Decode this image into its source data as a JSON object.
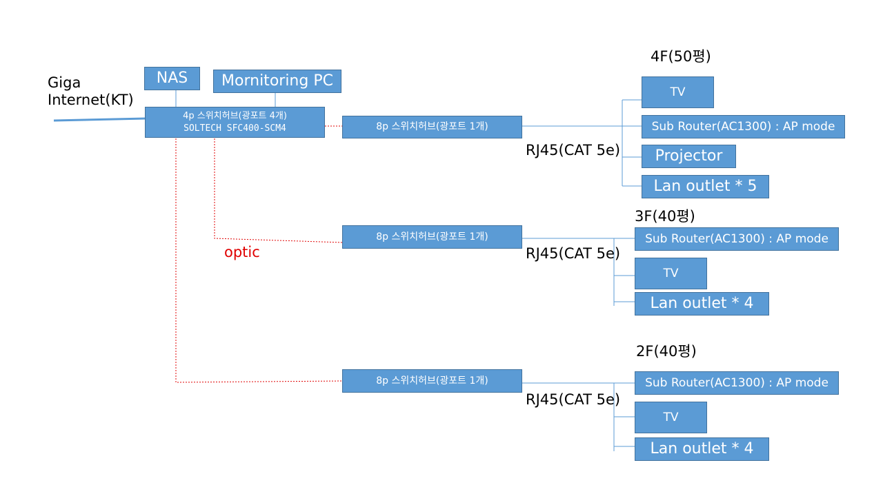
{
  "internet": {
    "line1": "Giga",
    "line2": "Internet(KT)"
  },
  "nas": "NAS",
  "monitoring_pc": "Mornitoring PC",
  "main_switch": {
    "line1": "4p 스위치허브(광포트 4개)",
    "line2": "SOLTECH SFC400-SCM4"
  },
  "optic_label": "optic",
  "floors": {
    "f4": {
      "label": "4F(50평)",
      "switch": "8p 스위치허브(광포트 1개)",
      "cable": "RJ45(CAT  5e)",
      "tv": "TV",
      "router": "Sub Router(AC1300) : AP mode",
      "projector": "Projector",
      "lan": "Lan outlet * 5"
    },
    "f3": {
      "label": "3F(40평)",
      "switch": "8p 스위치허브(광포트 1개)",
      "cable": "RJ45(CAT  5e)",
      "router": "Sub Router(AC1300) : AP mode",
      "tv": "TV",
      "lan": "Lan outlet * 4"
    },
    "f2": {
      "label": "2F(40평)",
      "switch": "8p 스위치허브(광포트 1개)",
      "cable": "RJ45(CAT  5e)",
      "router": "Sub Router(AC1300) : AP mode",
      "tv": "TV",
      "lan": "Lan outlet * 4"
    }
  },
  "colors": {
    "box_fill": "#5b9bd5",
    "box_border": "#41719c",
    "optic_line": "#e00000",
    "copper_line": "#5b9bd5"
  }
}
